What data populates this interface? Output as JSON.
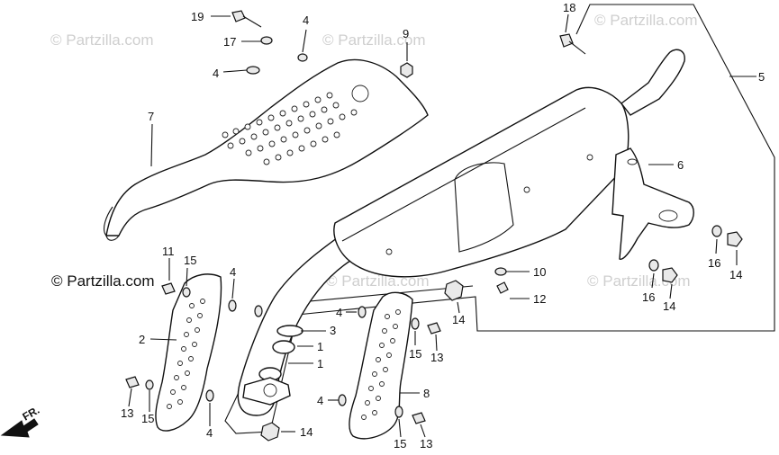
{
  "watermarks": {
    "brand": "© Partzilla.com",
    "brand_prominent": "© Partzilla.com"
  },
  "direction": {
    "label": "FR."
  },
  "callouts": {
    "c19": "19",
    "c17": "17",
    "c4a": "4",
    "c4b": "4",
    "c9": "9",
    "c18": "18",
    "c5": "5",
    "c7": "7",
    "c6": "6",
    "c16a": "16",
    "c14a": "14",
    "c16b": "16",
    "c14b": "14",
    "c10": "10",
    "c12": "12",
    "c14c": "14",
    "c11": "11",
    "c15a": "15",
    "c4c": "4",
    "c2": "2",
    "c3": "3",
    "c1a": "1",
    "c1b": "1",
    "c4d": "4",
    "c15b": "15",
    "c13a": "13",
    "c8": "8",
    "c4e": "4",
    "c14d": "14",
    "c15c": "15",
    "c13b": "13",
    "c13c": "13",
    "c15d": "15",
    "c4f": "4"
  }
}
